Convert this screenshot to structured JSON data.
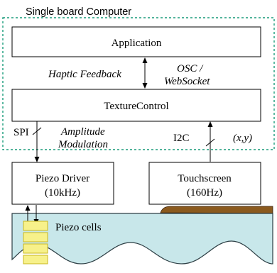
{
  "sbc_label": "Single board Computer",
  "application": "Application",
  "haptic_feedback": "Haptic Feedback",
  "osc_line1": "OSC /",
  "osc_line2": "WebSocket",
  "texturecontrol": "TextureControl",
  "spi": "SPI",
  "amplitude_line1": "Amplitude",
  "amplitude_line2": "Modulation",
  "i2c": "I2C",
  "xy": "(x,y)",
  "piezo_driver_line1": "Piezo Driver",
  "piezo_driver_line2": "(10kHz)",
  "touchscreen_line1": "Touchscreen",
  "touchscreen_line2": "(160Hz)",
  "piezo_cells": "Piezo cells",
  "colors": {
    "dashed_border": "#1a9c7a",
    "fluid": "#c8e7ea",
    "cell_fill": "#f7f18a",
    "cell_stroke": "#c8b81e",
    "touch_layer": "#8b5a1e"
  }
}
